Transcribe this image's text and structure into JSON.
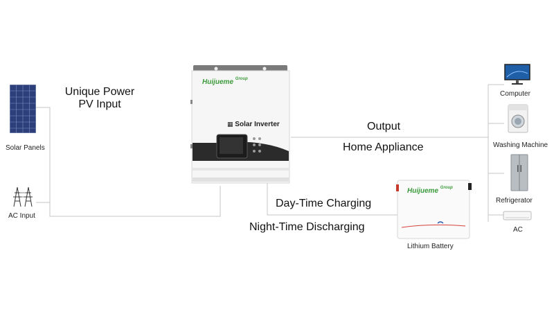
{
  "labels": {
    "solar_panels": "Solar Panels",
    "ac_input": "AC Input",
    "unique_power_line1": "Unique Power",
    "unique_power_line2": "PV Input",
    "output": "Output",
    "home_appliance": "Home Appliance",
    "day_charging": "Day-Time Charging",
    "night_discharging": "Night-Time Discharging",
    "lithium_battery": "Lithium Battery",
    "computer": "Computer",
    "washing_machine": "Washing Machine",
    "refrigerator": "Refrigerator",
    "ac": "AC"
  },
  "inverter": {
    "brand": "Huijueme",
    "brand_group": "Group",
    "product": "Solar Inverter"
  },
  "battery": {
    "brand": "Huijueme",
    "brand_group": "Group"
  },
  "colors": {
    "line": "#bdbdbd",
    "brand_green": "#3a9a3a",
    "inverter_dark": "#2b2b2b",
    "panel_blue": "#2c3f7a"
  }
}
